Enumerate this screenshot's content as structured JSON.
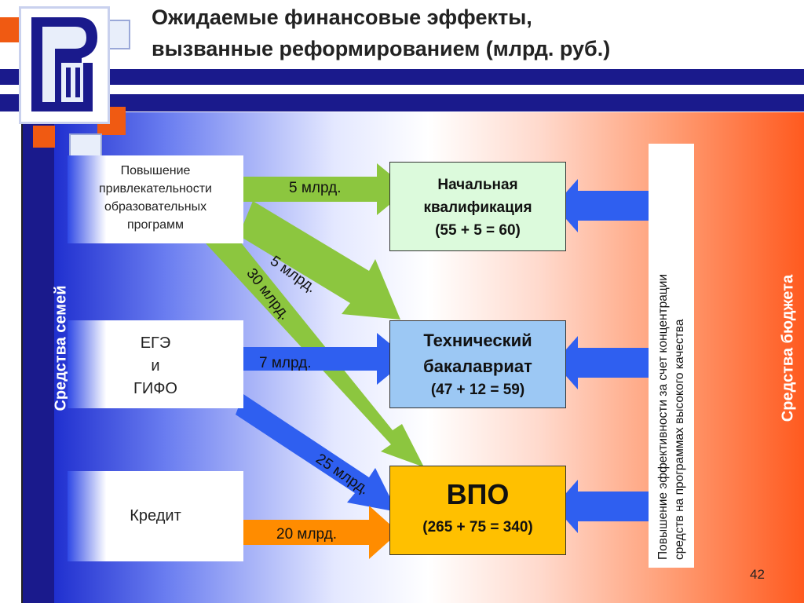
{
  "title": {
    "line1": "Ожидаемые финансовые эффекты,",
    "line2": "вызванные реформированием (млрд. руб.)"
  },
  "logo": {
    "name": "hse-logo",
    "colors": {
      "navy": "#1a1a8c",
      "orange": "#f05a12",
      "light": "#e8eefa"
    }
  },
  "left_panel": {
    "label": "Средства семей"
  },
  "right_panel": {
    "label": "Средства бюджета"
  },
  "sources": [
    {
      "id": "attractiveness",
      "lines": [
        "Повышение",
        "привлекательности",
        "образовательных",
        "программ"
      ]
    },
    {
      "id": "ege",
      "lines": [
        "ЕГЭ",
        "и",
        "ГИФО"
      ]
    },
    {
      "id": "credit",
      "lines": [
        "Кредит"
      ]
    }
  ],
  "targets": [
    {
      "id": "initial",
      "line1": "Начальная",
      "line2": "квалификация",
      "line3": "(55 + 5 = 60)",
      "color": "#dcfadc"
    },
    {
      "id": "tech",
      "line1": "Технический",
      "line2": "бакалавриат",
      "line3": "(47 + 12 = 59)",
      "color": "#9cc8f4"
    },
    {
      "id": "vpo",
      "line1": "ВПО",
      "line3": "(265 + 75 = 340)",
      "color": "#ffc000"
    }
  ],
  "flows": [
    {
      "label": "5 млрд.",
      "color": "#8cc63f"
    },
    {
      "label": "5 млрд.",
      "color": "#8cc63f"
    },
    {
      "label": "30 млрд.",
      "color": "#8cc63f"
    },
    {
      "label": "7 млрд.",
      "color": "#2f5ff0"
    },
    {
      "label": "25 млрд.",
      "color": "#2f5ff0"
    },
    {
      "label": "20 млрд.",
      "color": "#ff8c00"
    }
  ],
  "budget_note": {
    "line1": "Повышение эффективности за счет концентрации",
    "line2": "средств на программах высокого качества"
  },
  "page_number": "42"
}
